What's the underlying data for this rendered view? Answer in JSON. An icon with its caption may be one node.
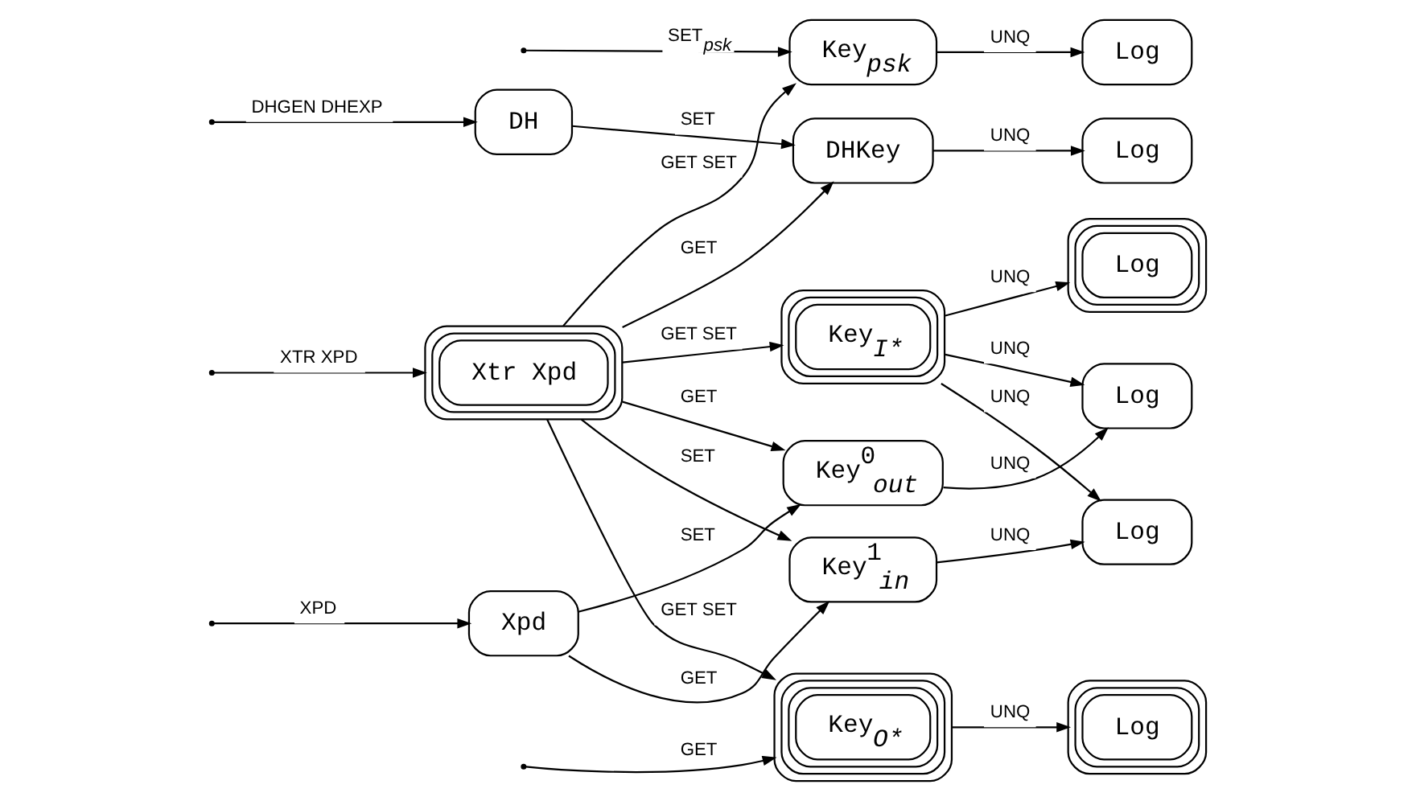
{
  "diagram": {
    "nodes": [
      {
        "text": [
          "DH"
        ]
      },
      {
        "text": [
          "DHKey"
        ]
      },
      {
        "text": [
          "Log"
        ]
      },
      {
        "text": [
          "Key$_{psk}$"
        ]
      },
      {
        "text": [
          "Log"
        ]
      },
      {
        "text": [
          "Log"
        ]
      },
      {
        "text": [
          "Xpd"
        ]
      },
      {
        "text": [
          "Key$^{1}$$_{in}$"
        ]
      },
      {
        "text": [
          "Key$^{0}$$_{out}$"
        ]
      },
      {
        "text": [
          "Log"
        ]
      },
      {
        "text": [
          "Xtr Xpd"
        ]
      },
      {
        "text": [
          "Key$_{I*}$"
        ]
      },
      {
        "text": [
          "Log"
        ]
      },
      {
        "text": [
          "Key$_{O*}$"
        ]
      },
      {
        "text": [
          "Log"
        ]
      }
    ],
    "edges": [
      {
        "from": null,
        "to": 0,
        "arrow": "to",
        "label": "DHGEN DHEXP"
      },
      {
        "from": 0,
        "to": 1,
        "arrow": "to",
        "label": "SET"
      },
      {
        "from": 10,
        "to": 1,
        "arrow": "to",
        "label": "GET"
      },
      {
        "from": 1,
        "to": 2,
        "arrow": "to",
        "label": "UNQ"
      },
      {
        "from": null,
        "to": 3,
        "arrow": "to",
        "label": "SET$_{psk}$"
      },
      {
        "from": 10,
        "to": 3,
        "arrow": "to",
        "label": "GET SET"
      },
      {
        "from": 3,
        "to": 4,
        "arrow": "to",
        "label": "UNQ"
      },
      {
        "from": 11,
        "to": 5,
        "arrow": "to",
        "label": "UNQ"
      },
      {
        "from": 10,
        "to": 7,
        "arrow": "to",
        "label": "SET"
      },
      {
        "from": null,
        "to": 6,
        "arrow": "to",
        "label": "XPD"
      },
      {
        "from": 6,
        "to": 7,
        "arrow": "to",
        "label": "GET"
      },
      {
        "from": 6,
        "to": 8,
        "arrow": "to",
        "label": "SET"
      },
      {
        "from": 7,
        "to": 5,
        "arrow": "to",
        "label": "UNQ"
      },
      {
        "from": 10,
        "to": 8,
        "arrow": "to",
        "label": "GET"
      },
      {
        "from": 8,
        "to": 9,
        "arrow": "to",
        "label": "UNQ"
      },
      {
        "from": 11,
        "to": 9,
        "arrow": "to",
        "label": "UNQ"
      },
      {
        "from": null,
        "to": 10,
        "arrow": "to",
        "label": "XTR XPD"
      },
      {
        "from": 10,
        "to": 11,
        "arrow": "to",
        "label": "GET SET"
      },
      {
        "from": 11,
        "to": 12,
        "arrow": "to",
        "label": "UNQ"
      },
      {
        "from": 10,
        "to": 13,
        "arrow": "to",
        "label": "GET SET"
      },
      {
        "from": null,
        "to": 13,
        "arrow": "to",
        "label": "GET"
      },
      {
        "from": 13,
        "to": 14,
        "arrow": "to",
        "label": "UNQ"
      }
    ]
  }
}
